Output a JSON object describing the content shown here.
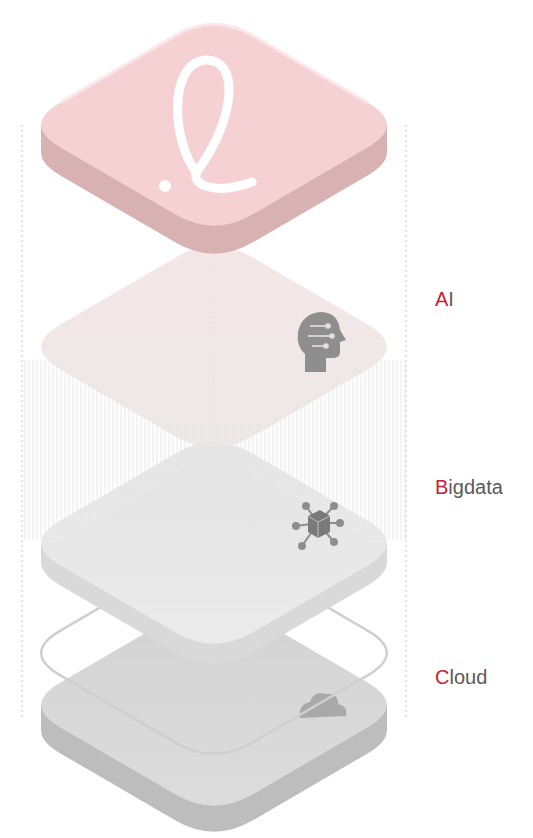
{
  "diagram": {
    "labels": [
      "AI",
      "Bigdata",
      "Cloud"
    ]
  }
}
